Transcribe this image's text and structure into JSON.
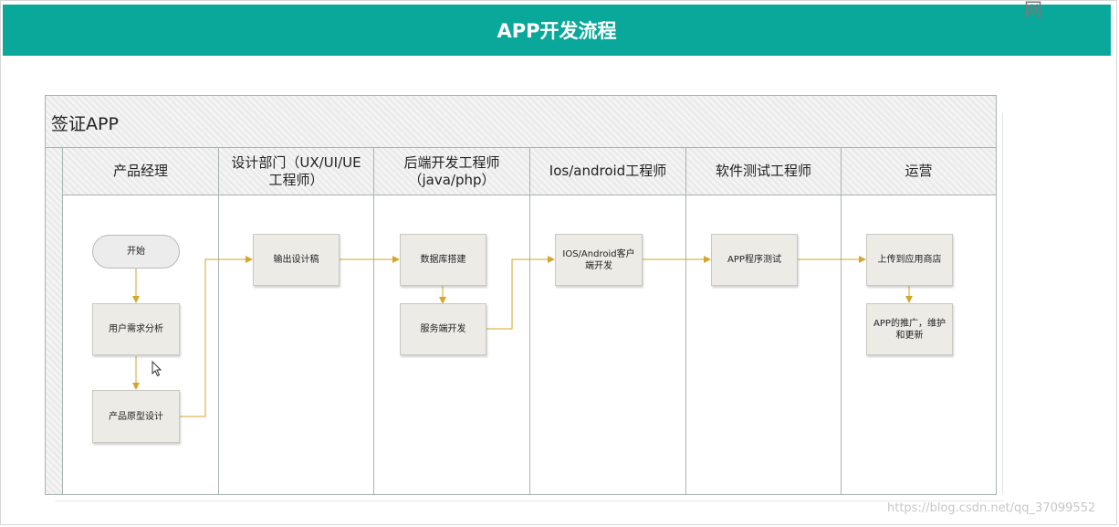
{
  "banner": {
    "title": "APP开发流程"
  },
  "corner_text": "网",
  "pool": {
    "title": "签证APP"
  },
  "lanes": [
    {
      "line1": "产品经理",
      "line2": ""
    },
    {
      "line1": "设计部门（UX/UI/UE",
      "line2": "工程师）"
    },
    {
      "line1": "后端开发工程师",
      "line2": "（java/php）"
    },
    {
      "line1": "Ios/android工程师",
      "line2": ""
    },
    {
      "line1": "软件测试工程师",
      "line2": ""
    },
    {
      "line1": "运营",
      "line2": ""
    }
  ],
  "nodes": {
    "start": "开始",
    "requirements": "用户需求分析",
    "prototype": "产品原型设计",
    "design_output": "输出设计稿",
    "database": "数据库搭建",
    "server_dev": "服务端开发",
    "client_dev_line1": "IOS/Android客户",
    "client_dev_line2": "端开发",
    "app_test": "APP程序测试",
    "upload": "上传到应用商店",
    "promote_line1": "APP的推广，维护",
    "promote_line2": "和更新"
  },
  "colors": {
    "banner": "#0aa89a",
    "arrow": "#d4a62a",
    "lane_border": "#a9b3b0",
    "node_fill": "#ecebe6"
  },
  "watermark": "https://blog.csdn.net/qq_37099552"
}
